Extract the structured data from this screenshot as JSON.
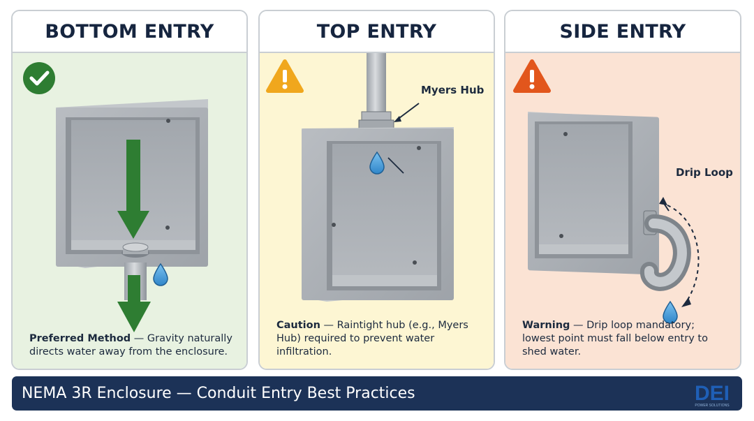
{
  "panels": [
    {
      "title": "BOTTOM ENTRY",
      "status_icon": "check-icon",
      "status_color": "#2e7d32",
      "background": "#e8f2e1",
      "caption_lead": "Preferred Method",
      "caption_text": " — Gravity naturally directs water away from the enclosure."
    },
    {
      "title": "TOP ENTRY",
      "status_icon": "warning-icon",
      "status_color": "#f0a71d",
      "background": "#fdf6d3",
      "callout": "Myers Hub",
      "caption_lead": "Caution",
      "caption_text": " — Raintight hub (e.g., Myers Hub) required to prevent water infiltration."
    },
    {
      "title": "SIDE ENTRY",
      "status_icon": "warning-icon",
      "status_color": "#e2561c",
      "background": "#fbe3d4",
      "callout": "Drip Loop",
      "caption_lead": "Warning",
      "caption_text": " — Drip loop mandatory; lowest point must fall below entry to shed water."
    }
  ],
  "footer": {
    "title": "NEMA 3R Enclosure — Conduit Entry Best Practices",
    "logo_text": "DEI",
    "logo_subtext": "POWER SOLUTIONS"
  }
}
